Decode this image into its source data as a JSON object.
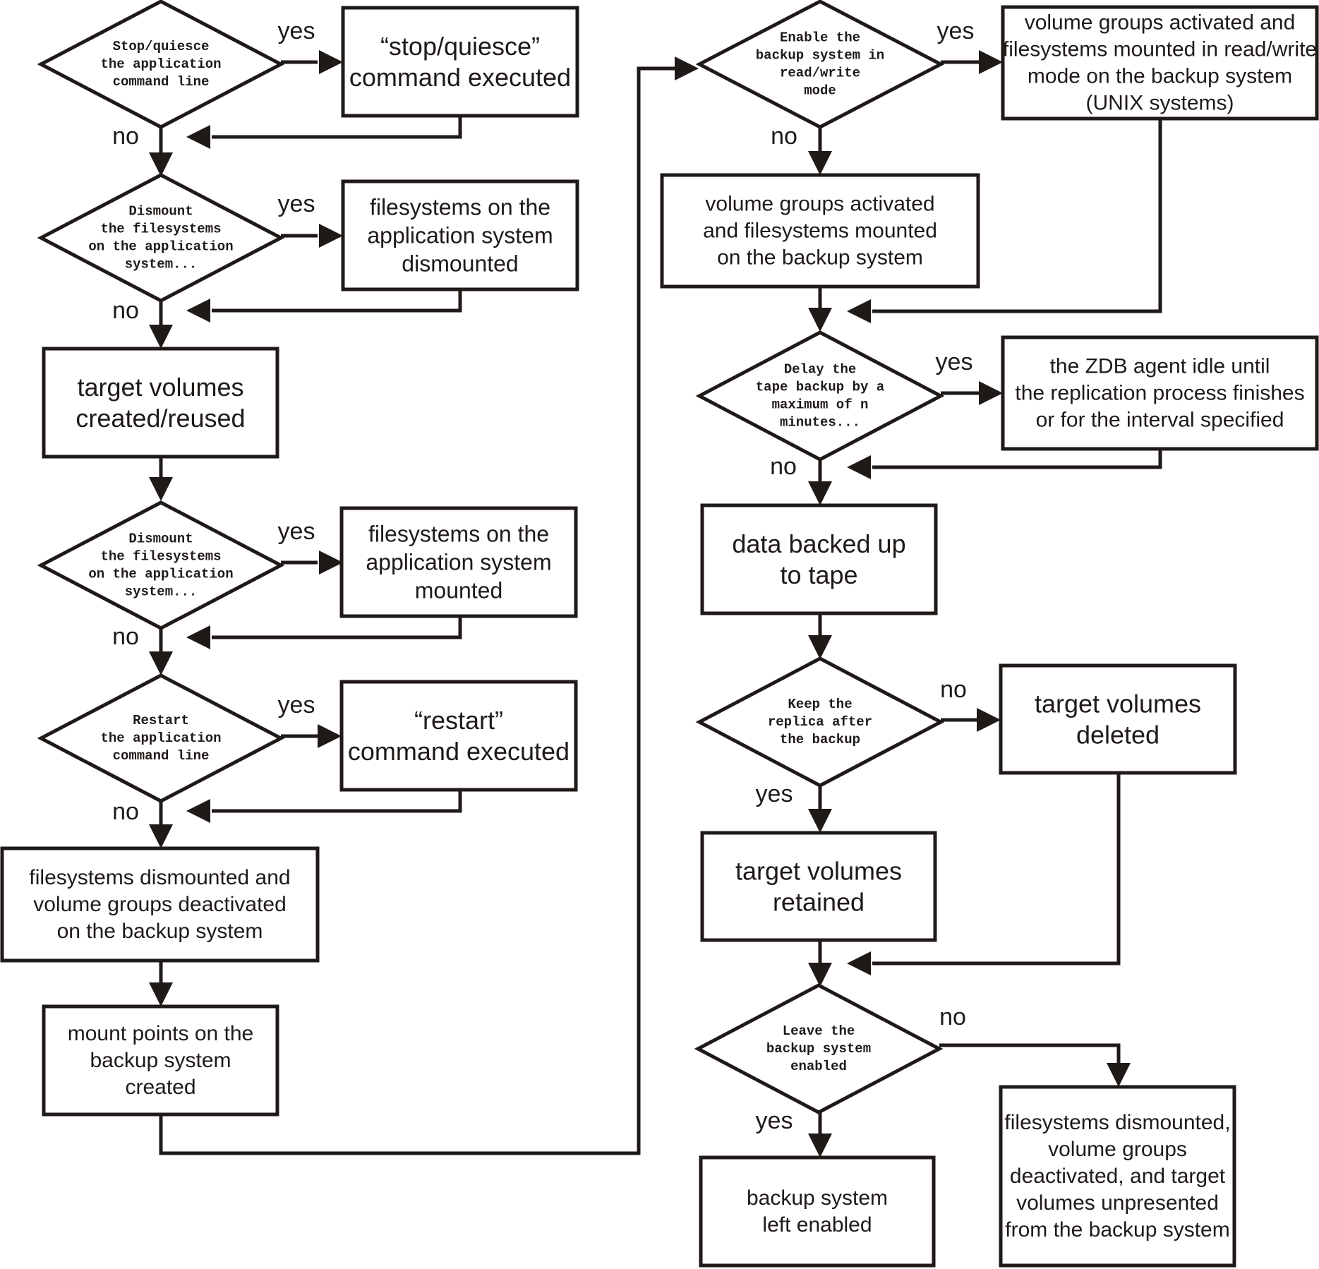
{
  "labels": {
    "yes": "yes",
    "no": "no"
  },
  "boxes": {
    "stop_executed": [
      "“stop/quiesce”",
      "command executed"
    ],
    "fs_dismounted_app": [
      "filesystems on the",
      "application system",
      "dismounted"
    ],
    "target_created": [
      "target volumes",
      "created/reused"
    ],
    "fs_mounted_app": [
      "filesystems on the",
      "application system",
      "mounted"
    ],
    "restart_executed": [
      "“restart”",
      "command executed"
    ],
    "fs_dismounted_backup": [
      "filesystems dismounted and",
      "volume groups deactivated",
      "on the backup system"
    ],
    "mount_points": [
      "mount points on the",
      "backup system",
      "created"
    ],
    "vg_rw": [
      "volume groups activated and",
      "filesystems mounted in read/write",
      "mode on the backup system",
      "(UNIX systems)"
    ],
    "vg_activated": [
      "volume groups activated",
      "and filesystems mounted",
      "on the backup system"
    ],
    "zdb_idle": [
      "the ZDB agent idle until",
      "the replication process finishes",
      "or for the interval specified"
    ],
    "data_tape": [
      "data backed up",
      "to tape"
    ],
    "target_deleted": [
      "target volumes",
      "deleted"
    ],
    "target_retained": [
      "target volumes",
      "retained"
    ],
    "backup_enabled": [
      "backup system",
      "left enabled"
    ],
    "fs_unpresented": [
      "filesystems dismounted,",
      "volume groups",
      "deactivated, and target",
      "volumes unpresented",
      "from the backup system"
    ]
  },
  "decisions": {
    "stop_quiesce": [
      "Stop/quiesce",
      "the application",
      "command line"
    ],
    "dismount_1": [
      "Dismount",
      "the filesystems",
      "on the application",
      "system..."
    ],
    "dismount_2": [
      "Dismount",
      "the filesystems",
      "on the application",
      "system..."
    ],
    "restart": [
      "Restart",
      "the application",
      "command line"
    ],
    "enable_rw": [
      "Enable the",
      "backup system in",
      "read/write",
      "mode"
    ],
    "delay_tape": [
      "Delay the",
      "tape backup by a",
      "maximum of n",
      "minutes..."
    ],
    "keep_replica": [
      "Keep the",
      "replica after",
      "the backup"
    ],
    "leave_enabled": [
      "Leave the",
      "backup system",
      "enabled"
    ]
  }
}
